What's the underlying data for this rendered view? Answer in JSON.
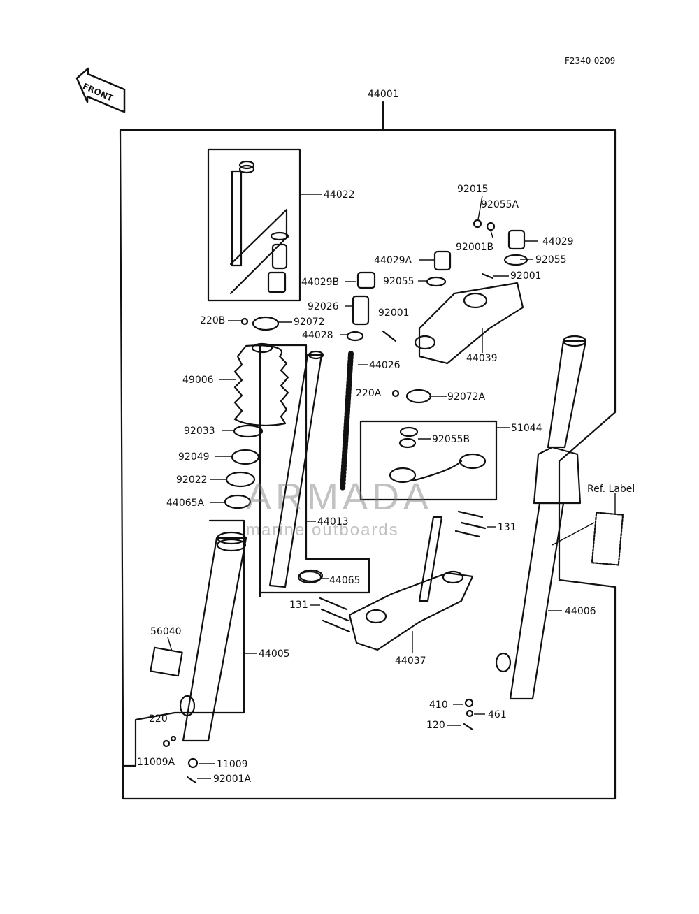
{
  "drawing_code": "F2340-0209",
  "front_arrow": "FRONT",
  "watermark": {
    "name": "ARMADA",
    "tagline": "marine outboards",
    "accent_color": "#e85a9a"
  },
  "ref_label": "Ref. Label",
  "parts": {
    "p44001": "44001",
    "p44022": "44022",
    "p92015": "92015",
    "p92055A": "92055A",
    "p44029": "44029",
    "p92001B": "92001B",
    "p92055": "92055",
    "p44029A": "44029A",
    "p92001a": "92001",
    "p44029B": "44029B",
    "p92055b": "92055",
    "p92026": "92026",
    "p92001b": "92001",
    "p220B": "220B",
    "p92072": "92072",
    "p44028": "44028",
    "p44039": "44039",
    "p49006": "49006",
    "p44026": "44026",
    "p220A": "220A",
    "p92072A": "92072A",
    "p92033": "92033",
    "p51044": "51044",
    "p92055B": "92055B",
    "p92049": "92049",
    "p92022": "92022",
    "p44065A": "44065A",
    "p44013": "44013",
    "p131a": "131",
    "p44065": "44065",
    "p131b": "131",
    "p44006": "44006",
    "p56040": "56040",
    "p44005": "44005",
    "p44037": "44037",
    "p220": "220",
    "p410": "410",
    "p461": "461",
    "p120": "120",
    "p11009A": "11009A",
    "p11009": "11009",
    "p92001A": "92001A"
  }
}
